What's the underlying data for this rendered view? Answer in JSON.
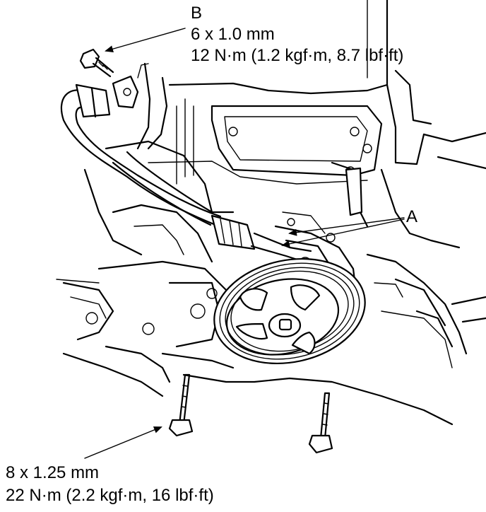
{
  "callout_b": {
    "letter": "B",
    "size": "6 x 1.0 mm",
    "torque": "12 N·m (1.2 kgf·m, 8.7 lbf·ft)"
  },
  "callout_a": {
    "letter": "A"
  },
  "callout_bolts": {
    "size": "8 x 1.25 mm",
    "torque": "22 N·m (2.2 kgf·m, 16 lbf·ft)"
  },
  "colors": {
    "ink": "#000000",
    "paper": "#ffffff"
  }
}
